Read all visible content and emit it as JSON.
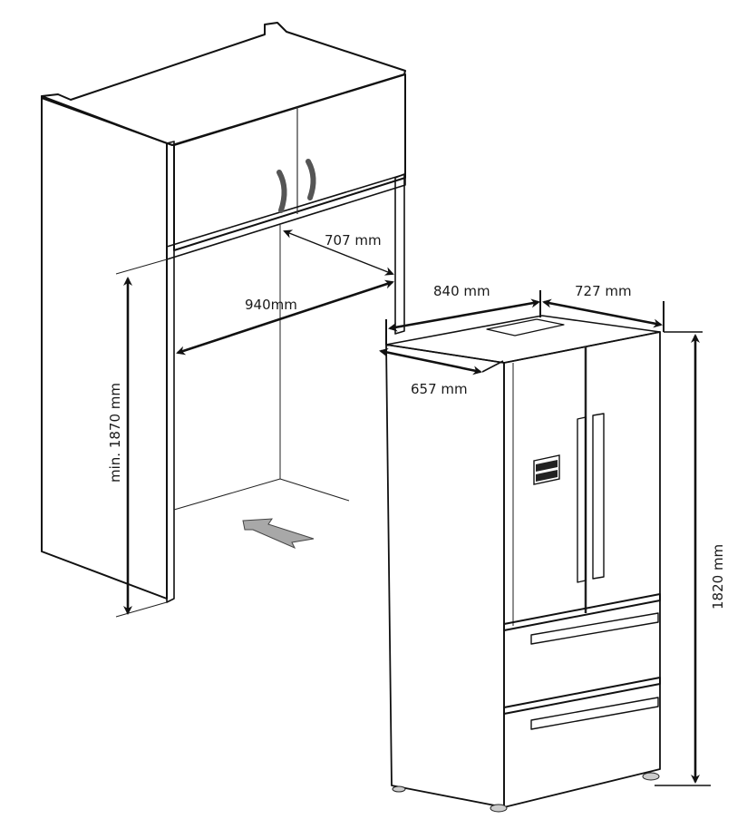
{
  "figure": {
    "type": "installation dimension diagram",
    "subject": "French-door refrigerator in cabinet niche",
    "colors": {
      "cabinet_door_fill": "#a6a6a6",
      "side_panel_fill": "#b0b0b0",
      "line": "#111111",
      "background": "#ffffff",
      "direction_arrow": "#a8a8a8"
    }
  },
  "niche": {
    "labels": {
      "depth": "707 mm",
      "width": "940mm",
      "height": "min. 1870 mm"
    }
  },
  "appliance": {
    "labels": {
      "width": "840 mm",
      "depth_total": "727 mm",
      "depth_body": "657 mm",
      "height": "1820 mm"
    },
    "display_panel": "control-display"
  }
}
